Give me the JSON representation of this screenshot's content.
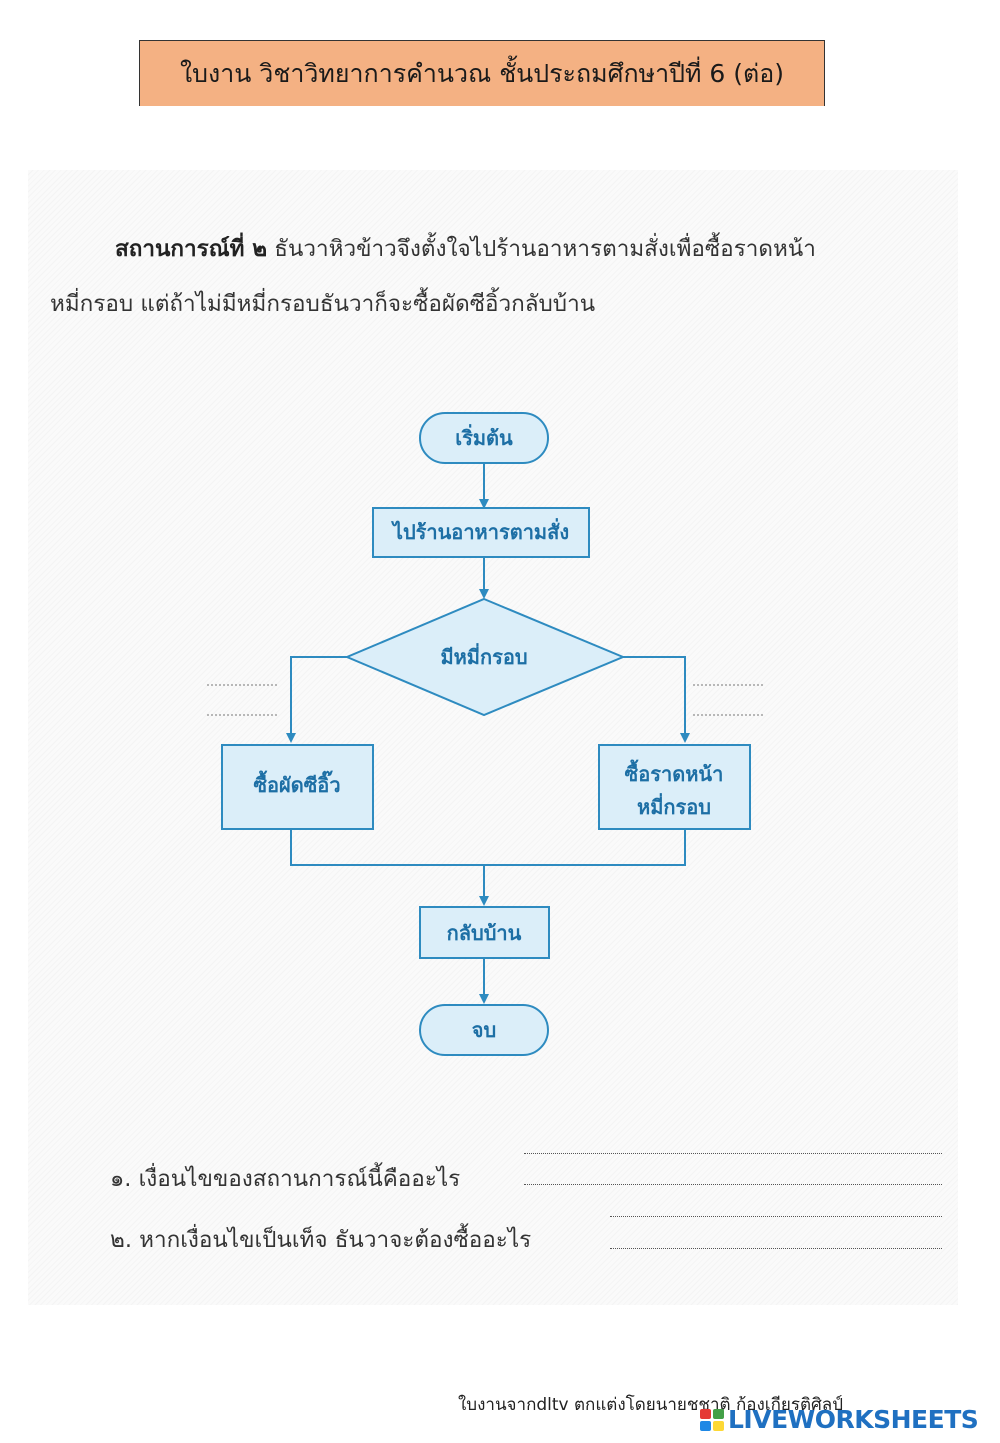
{
  "title": "ใบงาน วิชาวิทยาการคำนวณ ชั้นประถมศึกษาปีที่ 6 (ต่อ)",
  "scenario": {
    "label": "สถานการณ์ที่ ๒",
    "line1": "ธันวาหิวข้าวจึงตั้งใจไปร้านอาหารตามสั่งเพื่อซื้อราดหน้า",
    "line2": "หมี่กรอบ แต่ถ้าไม่มีหมี่กรอบธันวาก็จะซื้อผัดซีอิ้วกลับบ้าน"
  },
  "flowchart": {
    "start": "เริ่มต้น",
    "step1": "ไปร้านอาหารตามสั่ง",
    "decision": "มีหมี่กรอบ",
    "left_action": "ซื้อผัดซีอิ๊ว",
    "right_action_line1": "ซื้อราดหน้า",
    "right_action_line2": "หมี่กรอบ",
    "step2": "กลับบ้าน",
    "end": "จบ"
  },
  "colors": {
    "box_fill": "#dbeef9",
    "box_stroke": "#2e8bc0",
    "text": "#1d6fa5",
    "title_bg": "#f4b183"
  },
  "questions": [
    {
      "label": "๑. เงื่อนไขของสถานการณ์นี้คืออะไร"
    },
    {
      "label": "๒. หากเงื่อนไขเป็นเท็จ ธันวาจะต้องซื้ออะไร"
    }
  ],
  "footer": "ใบงานจากdltv ตกแต่งโดยนายชชาติ ก้องเกียรติศิลป์",
  "brand": "LIVEWORKSHEETS"
}
